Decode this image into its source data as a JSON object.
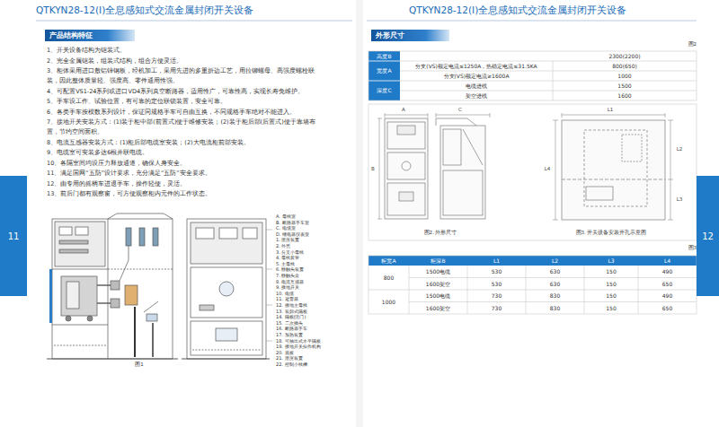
{
  "diagram": {
    "nodes": [
      {
        "text": [
          "产品结构特征"
        ]
      },
      {
        "text": [
          "11"
        ]
      },
      {
        "text": [
          "外形尺寸"
        ]
      },
      {
        "text": [
          "12"
        ]
      }
    ],
    "labels": [
      "QTKYN28-12(I)全息感知式交流金属封闭开关设备",
      "QTKYN28-12(I)全息感知式交流金属封闭开关设备",
      "1、开关设备结构为铠装式。",
      "2、完全金属铠装，组装式结构，组合方便灵活。",
      "3、柜体采用进口敷铝锌钢板，经机加工，采用先进的多重折边工艺，用拉铆螺母、高强度螺栓联装，因此整体质量轻、强度高、零件通用性强。",
      "4、可配置VS1-24系列或进口VD4系列真空断路器，适用性广，可靠性高，实现长寿免维护。",
      "5、手车设工作、试验位置，有可靠的定位联锁装置，安全可靠。",
      "6、各类手车按模数系列设计，保证同规格手车可自由互换，不同规格手车绝对不能进入。",
      "7、接地开关安装方式：(1)装于柜中部(前置式)便于维修安装；(2)装于柜后部(后置式)便于靠墙布置，节约空间面积。",
      "8、电流互感器安装方式：(1)柜后部电缆室安装；(2)大电流柜前部安装。",
      "9、电缆室可安装多达6根并联电缆。",
      "10、各隔室间均设压力释放通道，确保人身安全。",
      "11、满足国网“五防”设计要求，充分满足“五防”安全要求。",
      "12、由专用的摇柄车进退手车，操作轻便，灵活。",
      "13、前后门都有观察窗，可方便观察柜内元件的工作状态。",
      "A. 母线室",
      "B. 断路器手车室",
      "C. 电缆室",
      "D. 继电器仪表室",
      "1. 泄压装置",
      "2. 外壳",
      "3. 分支小母线",
      "4. 母线套管",
      "5. 主母线",
      "6. 静触头装置",
      "7. 静触头盒",
      "8. 电流互感器",
      "9. 接地开关",
      "10. 电缆",
      "11. 避雷器",
      "12. 接地主母线",
      "13. 装卸式隔板",
      "14. 隔板(活门)",
      "15. 二次插头",
      "16. 断路器手车",
      "17. 加热装置",
      "18. 可抽出式水平隔板",
      "19. 接地开关操作机构",
      "20. 底板",
      "21. 泄压装置",
      "22. 控制小线槽",
      "图1",
      "图2",
      "高度B",
      "2300(2200)",
      "宽度A",
      "分支(VS)额定电流≤1250A，热稳定电流≤31.5KA",
      "800(650)",
      "分支(VS)额定电流≥1600A",
      "1000",
      "深度C",
      "电缆进线",
      "1500",
      "架空进线",
      "1600",
      "图2. 外形尺寸",
      "图3. 开关设备安装开孔示意图",
      "图3",
      "柜宽A",
      "柜深B",
      "L1",
      "L2",
      "L3",
      "L4",
      "800",
      "1500电缆",
      "530",
      "630",
      "150",
      "490",
      "1600架空",
      "530",
      "630",
      "150",
      "650",
      "1000",
      "1500电缆",
      "730",
      "830",
      "150",
      "490",
      "1600架空",
      "730",
      "830",
      "150",
      "650",
      "A",
      "B",
      "C",
      "L1",
      "L2",
      "L3",
      "L4"
    ]
  }
}
